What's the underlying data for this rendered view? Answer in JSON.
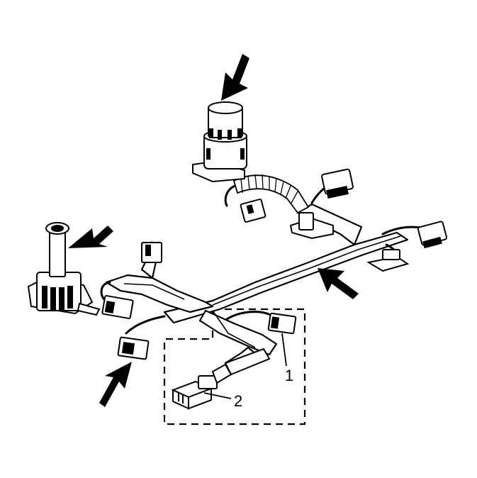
{
  "diagram": {
    "callouts": [
      {
        "id": "1",
        "label": "1"
      },
      {
        "id": "2",
        "label": "2"
      }
    ],
    "colors": {
      "line": "#000000",
      "fill": "#ffffff",
      "dark": "#111111",
      "arrow": "#000000"
    },
    "icons": [
      "arrow-icon",
      "connector-icon",
      "solenoid-icon",
      "harness-icon"
    ]
  }
}
